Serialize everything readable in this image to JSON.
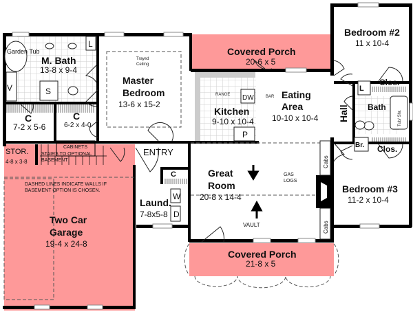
{
  "rooms": {
    "garden_tub": "Garden Tub",
    "master_bath": {
      "name": "M. Bath",
      "size": "13-8 x 9-4"
    },
    "master_bedroom": {
      "name_line1": "Master",
      "name_line2": "Bedroom",
      "size": "13-6 x 15-2"
    },
    "trayed_ceiling_line1": "Trayed",
    "trayed_ceiling_line2": "Ceiling",
    "closet_1": {
      "name": "C",
      "size": "7-2 x 5-6"
    },
    "closet_2": {
      "name": "C",
      "size": "6-2 x 4-0"
    },
    "covered_porch_rear": {
      "name": "Covered Porch",
      "size": "20-6 x 5"
    },
    "kitchen": {
      "name": "Kitchen",
      "size": "9-10 x 10-4"
    },
    "eating_area": {
      "name_line1": "Eating",
      "name_line2": "Area",
      "size": "10-10 x 10-4"
    },
    "bedroom_2": {
      "name": "Bedroom #2",
      "size": "11 x 10-4"
    },
    "bedroom_3": {
      "name": "Bedroom #3",
      "size": "11-2 x 10-4"
    },
    "hall": "Hall",
    "bath": "Bath",
    "tub_shower": "Tub/ Shr.",
    "closet_b2": "Clos.",
    "closet_b3": "Clos.",
    "linen": "L",
    "linen_master": "L",
    "broom": "Br.",
    "storage": {
      "name": "STOR.",
      "size": "4-8 x 3-8"
    },
    "cabinets": "CABINETS",
    "stairs_line1": "STAIRS TO OPTIONAL",
    "stairs_line2": "BASEMENT",
    "entry": "ENTRY",
    "entry_closet": "C",
    "great_room": {
      "name_line1": "Great",
      "name_line2": "Room",
      "size": "20-8 x 14-4"
    },
    "gas_logs_line1": "GAS",
    "gas_logs_line2": "LOGS",
    "cabs_top": "Cabs",
    "cabs_bottom": "Cabs",
    "vault": "VAULT",
    "laundry": {
      "name": "Laund.",
      "size": "7-8x5-8"
    },
    "washer": "W",
    "dryer": "D",
    "garage": {
      "name_line1": "Two Car",
      "name_line2": "Garage",
      "size": "19-4 x 24-8"
    },
    "basement_note_line1": "DASHED LINES INDICATE WALLS IF",
    "basement_note_line2": "BASEMENT OPTION IS CHOSEN.",
    "covered_porch_front": {
      "name": "Covered Porch",
      "size": "21-8 x 5"
    },
    "range": "RANGE",
    "bar": "BAR",
    "dishwasher": "DW",
    "pantry": "P",
    "shower": "S",
    "vanity": "V"
  },
  "colors": {
    "porch_garage": "#fe9999",
    "walls": "#000000",
    "tile": "#cfcfcf"
  }
}
